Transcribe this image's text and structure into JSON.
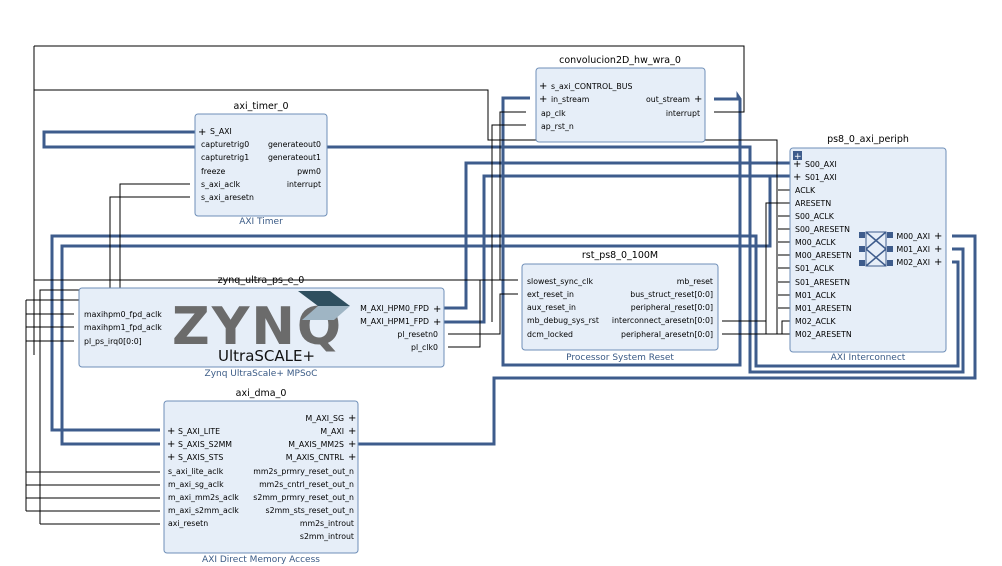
{
  "blocks": {
    "axi_timer": {
      "name": "axi_timer_0",
      "subtitle": "AXI Timer",
      "left_ports": [
        "S_AXI",
        "capturetrig0",
        "capturetrig1",
        "freeze",
        "s_axi_aclk",
        "s_axi_aresetn"
      ],
      "right_ports": [
        "generateout0",
        "generateout1",
        "pwm0",
        "interrupt"
      ]
    },
    "conv": {
      "name": "convolucion2D_hw_wra_0",
      "left_ports": [
        "s_axi_CONTROL_BUS",
        "in_stream",
        "ap_clk",
        "ap_rst_n"
      ],
      "right_ports": [
        "out_stream",
        "interrupt"
      ]
    },
    "periph": {
      "name": "ps8_0_axi_periph",
      "subtitle": "AXI Interconnect",
      "left_ports": [
        "S00_AXI",
        "S01_AXI",
        "ACLK",
        "ARESETN",
        "S00_ACLK",
        "S00_ARESETN",
        "M00_ACLK",
        "M00_ARESETN",
        "S01_ACLK",
        "S01_ARESETN",
        "M01_ACLK",
        "M01_ARESETN",
        "M02_ACLK",
        "M02_ARESETN"
      ],
      "right_ports": [
        "M00_AXI",
        "M01_AXI",
        "M02_AXI"
      ]
    },
    "zynq": {
      "name": "zynq_ultra_ps_e_0",
      "subtitle": "Zynq UltraScale+ MPSoC",
      "logo_text": "ZYNQ",
      "logo_sub": "UltraSCALE+",
      "left_ports": [
        "maxihpm0_fpd_aclk",
        "maxihpm1_fpd_aclk",
        "pl_ps_irq0[0:0]"
      ],
      "right_ports": [
        "M_AXI_HPM0_FPD",
        "M_AXI_HPM1_FPD",
        "pl_resetn0",
        "pl_clk0"
      ]
    },
    "rst": {
      "name": "rst_ps8_0_100M",
      "subtitle": "Processor System Reset",
      "left_ports": [
        "slowest_sync_clk",
        "ext_reset_in",
        "aux_reset_in",
        "mb_debug_sys_rst",
        "dcm_locked"
      ],
      "right_ports": [
        "mb_reset",
        "bus_struct_reset[0:0]",
        "peripheral_reset[0:0]",
        "interconnect_aresetn[0:0]",
        "peripheral_aresetn[0:0]"
      ]
    },
    "dma": {
      "name": "axi_dma_0",
      "subtitle": "AXI Direct Memory Access",
      "left_ports": [
        "S_AXI_LITE",
        "S_AXIS_S2MM",
        "S_AXIS_STS",
        "s_axi_lite_aclk",
        "m_axi_sg_aclk",
        "m_axi_mm2s_aclk",
        "m_axi_s2mm_aclk",
        "axi_resetn"
      ],
      "right_ports": [
        "M_AXI_SG",
        "M_AXI",
        "M_AXIS_MM2S",
        "M_AXIS_CNTRL",
        "mm2s_prmry_reset_out_n",
        "mm2s_cntrl_reset_out_n",
        "s2mm_prmry_reset_out_n",
        "s2mm_sts_reset_out_n",
        "mm2s_introut",
        "s2mm_introut"
      ]
    }
  }
}
